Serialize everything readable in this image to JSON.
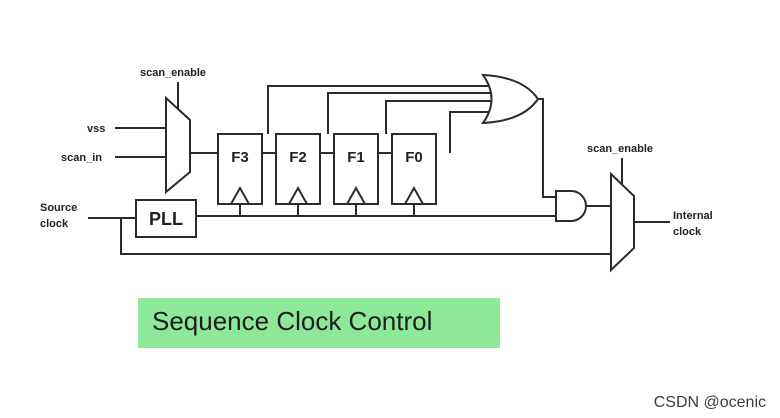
{
  "labels": {
    "scan_enable_left": "scan_enable",
    "vss": "vss",
    "scan_in": "scan_in",
    "source_clock_line1": "Source",
    "source_clock_line2": "clock",
    "pll": "PLL",
    "ff3": "F3",
    "ff2": "F2",
    "ff1": "F1",
    "ff0": "F0",
    "scan_enable_right": "scan_enable",
    "internal_clock_line1": "Internal",
    "internal_clock_line2": "clock"
  },
  "caption": "Sequence Clock Control",
  "caption_bg": "#8de89a",
  "watermark": "CSDN @ocenic"
}
